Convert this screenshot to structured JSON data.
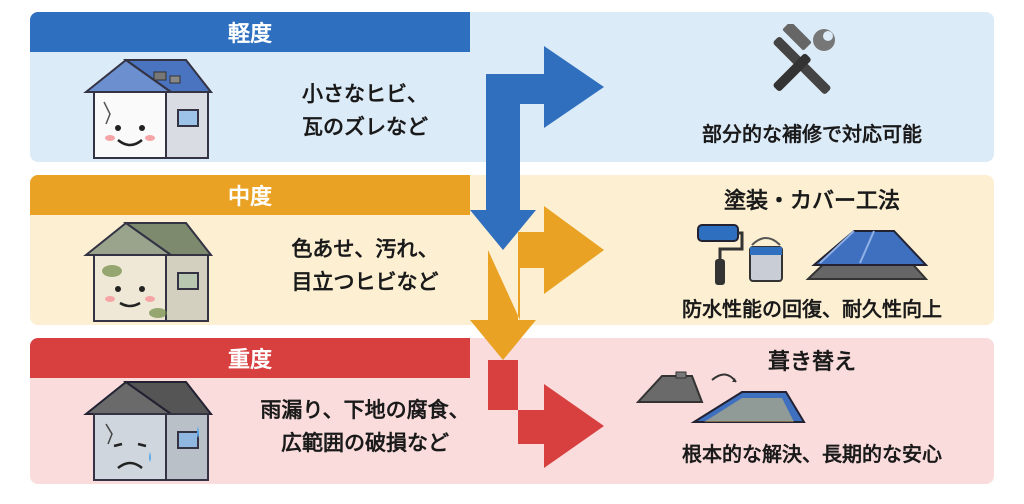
{
  "levels": [
    {
      "tag": "軽度",
      "condition_lines": [
        "小さなヒビ、",
        "瓦のズレなど"
      ],
      "result": "部分的な補修で対応可能"
    },
    {
      "tag": "中度",
      "condition_lines": [
        "色あせ、汚れ、",
        "目立つヒビなど"
      ],
      "method": "塗装・カバー工法",
      "result": "防水性能の回復、耐久性向上"
    },
    {
      "tag": "重度",
      "condition_lines": [
        "雨漏り、下地の腐食、",
        "広範囲の破損など"
      ],
      "method": "葺き替え",
      "result": "根本的な解決、長期的な安心"
    }
  ],
  "colors": {
    "mild": "#2e6fbf",
    "moderate": "#e9a224",
    "severe": "#d84040"
  },
  "icons": [
    "happy-house-icon",
    "tools-icon",
    "worn-house-icon",
    "paint-roller-icon",
    "paint-can-icon",
    "cover-roof-icon",
    "damaged-house-icon",
    "roof-replacement-icon"
  ]
}
